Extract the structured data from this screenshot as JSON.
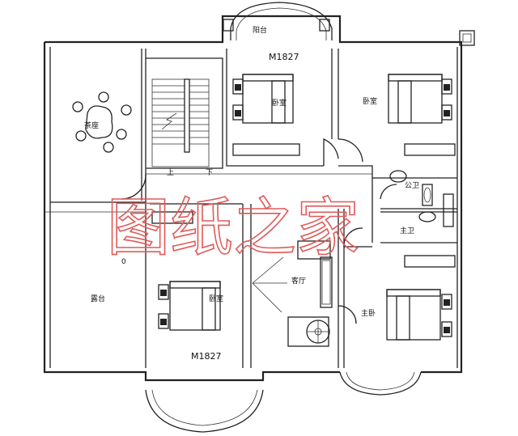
{
  "rooms": {
    "balcony_top": "阳台",
    "bedroom_nw": "卧室",
    "bedroom_ne": "卧室",
    "tea_room": "茶座",
    "stair_up": "上",
    "stair_down": "下",
    "public_bath": "公卫",
    "master_bath": "主卫",
    "terrace": "露台",
    "bedroom_sw": "卧室",
    "living_room": "客厅",
    "master_bedroom": "主卧",
    "terrace_level": "0"
  },
  "doors": {
    "top_code": "M1827",
    "bottom_code": "M1827"
  },
  "watermark": "图纸之家"
}
